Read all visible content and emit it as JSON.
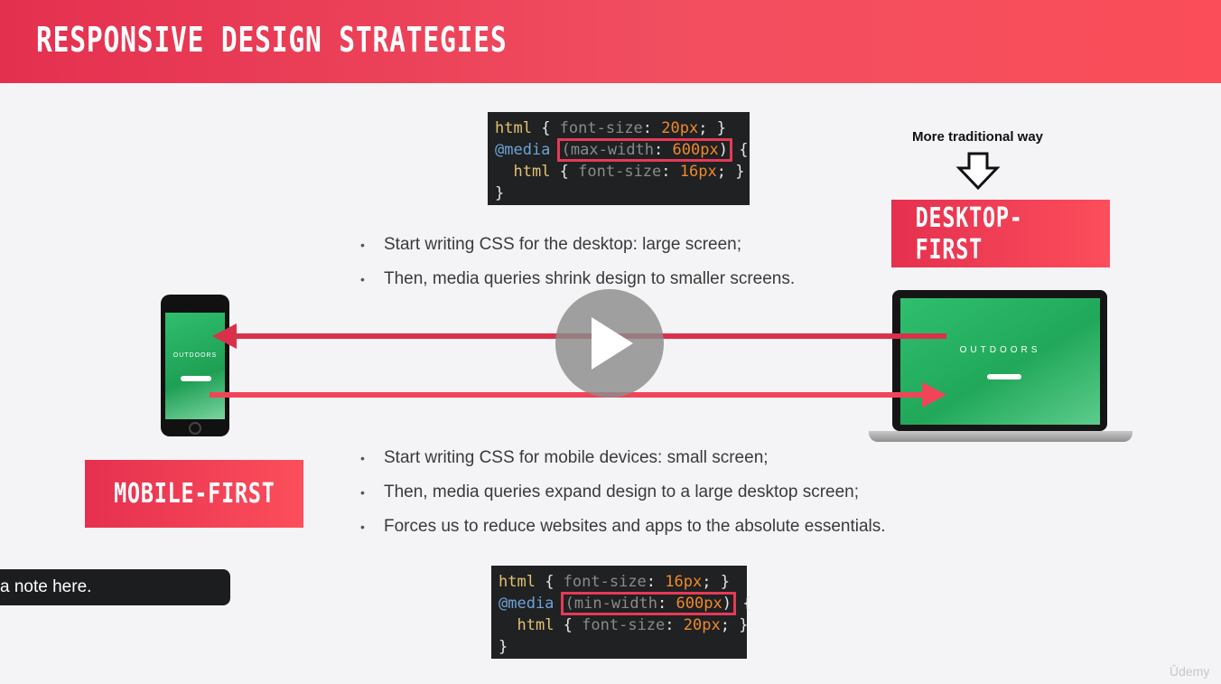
{
  "header": {
    "title": "RESPONSIVE DESIGN STRATEGIES"
  },
  "code_top": {
    "line1": {
      "sel": "html",
      "open": " { ",
      "prop": "font-size",
      "colon": ": ",
      "val": "20px",
      "end": "; }"
    },
    "line2": {
      "at": "@media",
      "space": " ",
      "prop": "(max-width",
      "colon": ": ",
      "val": "600px",
      "close": ")",
      "brace": " {"
    },
    "line3": {
      "indent": "  ",
      "sel": "html",
      "open": " { ",
      "prop": "font-size",
      "colon": ": ",
      "val": "16px",
      "end": "; }"
    },
    "line4": "}"
  },
  "code_bottom": {
    "line1": {
      "sel": "html",
      "open": " { ",
      "prop": "font-size",
      "colon": ": ",
      "val": "16px",
      "end": "; }"
    },
    "line2": {
      "at": "@media",
      "space": " ",
      "prop": "(min-width",
      "colon": ": ",
      "val": "600px",
      "close": ")",
      "brace": " {"
    },
    "line3": {
      "indent": "  ",
      "sel": "html",
      "open": " { ",
      "prop": "font-size",
      "colon": ": ",
      "val": "20px",
      "end": "; }"
    },
    "line4": "}"
  },
  "desktop_first": {
    "label": "DESKTOP-FIRST",
    "note": "More traditional way",
    "bullets": [
      "Start writing CSS for the desktop: large screen;",
      "Then, media queries shrink design to smaller screens."
    ]
  },
  "mobile_first": {
    "label": "MOBILE-FIRST",
    "bullets": [
      "Start writing CSS for mobile devices: small screen;",
      "Then, media queries expand design to a large desktop screen;",
      "Forces us to reduce websites and apps to the absolute essentials."
    ]
  },
  "devices": {
    "phone_brand": "OUTDOORS",
    "laptop_brand": "OUTDOORS"
  },
  "note_tooltip": "a note here.",
  "watermark": "Ûdemy",
  "colors": {
    "accent": "#e5304f",
    "accent_light": "#fc4e5b",
    "code_bg": "#1f2123"
  }
}
